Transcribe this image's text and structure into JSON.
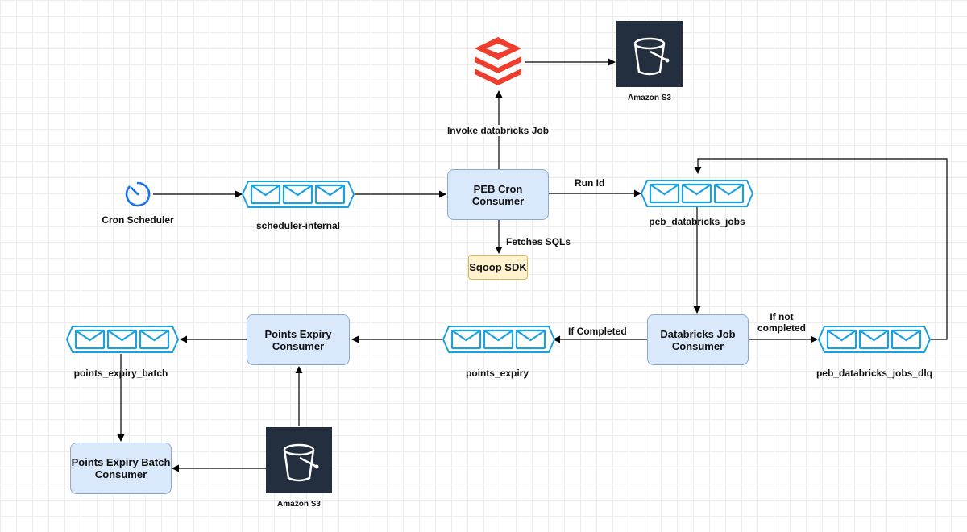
{
  "nodes": {
    "peb_cron_consumer": "PEB Cron\nConsumer",
    "databricks_job_consumer": "Databricks Job\nConsumer",
    "points_expiry_consumer": "Points Expiry\nConsumer",
    "points_expiry_batch_consumer": "Points Expiry Batch\nConsumer",
    "sqoop_sdk": "Sqoop SDK"
  },
  "queues": {
    "scheduler_internal": "scheduler-internal",
    "peb_databricks_jobs": "peb_databricks_jobs",
    "peb_databricks_jobs_dlq": "peb_databricks_jobs_dlq",
    "points_expiry": "points_expiry",
    "points_expiry_batch": "points_expiry_batch"
  },
  "storage": {
    "s3_top": "Amazon S3",
    "s3_bottom": "Amazon S3"
  },
  "scheduler": {
    "label": "Cron Scheduler"
  },
  "edges": {
    "invoke_databricks_job": "Invoke databricks Job",
    "run_id": "Run Id",
    "fetches_sqls": "Fetches SQLs",
    "if_completed": "If Completed",
    "if_not_completed": "If not\ncompleted"
  },
  "colors": {
    "queue_stroke": "#1ba1e2",
    "node_fill": "#dae8fc",
    "note_fill": "#fff2cc",
    "s3_fill": "#232f3e",
    "databricks": "#ee3d2c",
    "clock": "#1a73e8"
  },
  "icons": {
    "scheduler": "clock-icon",
    "queue": "envelope-queue-icon",
    "storage": "bucket-icon",
    "compute": "databricks-layers-icon"
  }
}
